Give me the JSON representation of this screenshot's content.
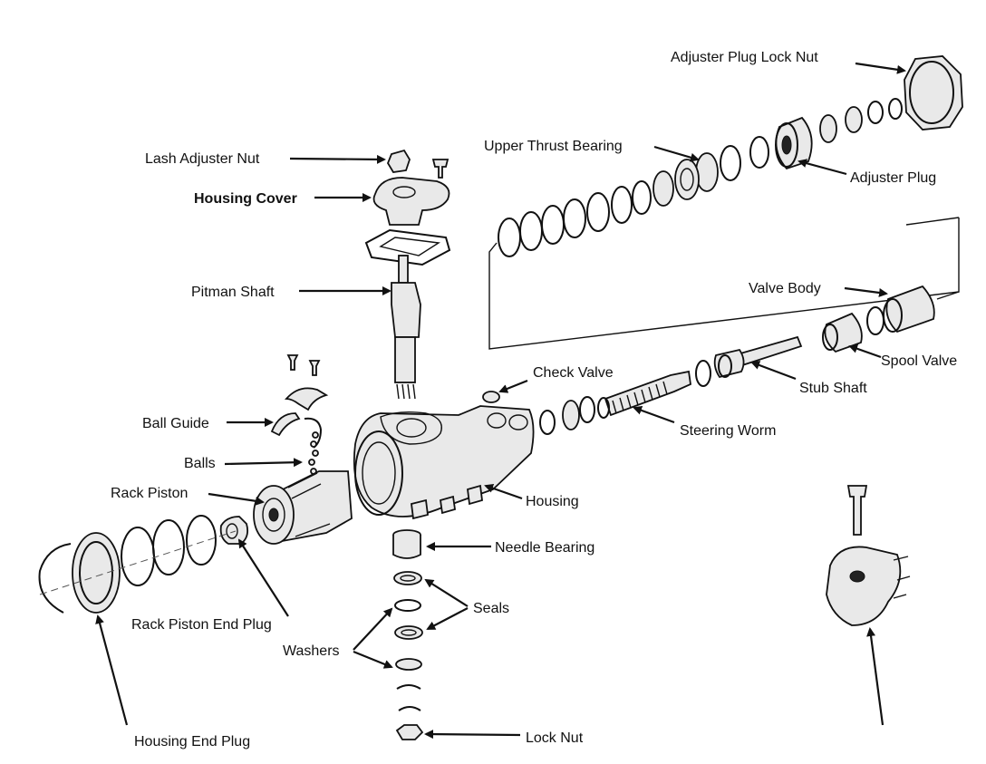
{
  "labels": {
    "adjuster_plug_lock_nut": "Adjuster Plug Lock Nut",
    "upper_thrust_bearing": "Upper Thrust Bearing",
    "adjuster_plug": "Adjuster Plug",
    "lash_adjuster_nut": "Lash Adjuster Nut",
    "housing_cover": "Housing Cover",
    "pitman_shaft": "Pitman Shaft",
    "valve_body": "Valve Body",
    "spool_valve": "Spool Valve",
    "check_valve": "Check Valve",
    "stub_shaft": "Stub Shaft",
    "ball_guide": "Ball Guide",
    "steering_worm": "Steering Worm",
    "balls": "Balls",
    "rack_piston": "Rack Piston",
    "housing": "Housing",
    "needle_bearing": "Needle Bearing",
    "seals": "Seals",
    "rack_piston_end_plug": "Rack Piston End Plug",
    "washers": "Washers",
    "housing_end_plug": "Housing End Plug",
    "lock_nut": "Lock Nut"
  }
}
